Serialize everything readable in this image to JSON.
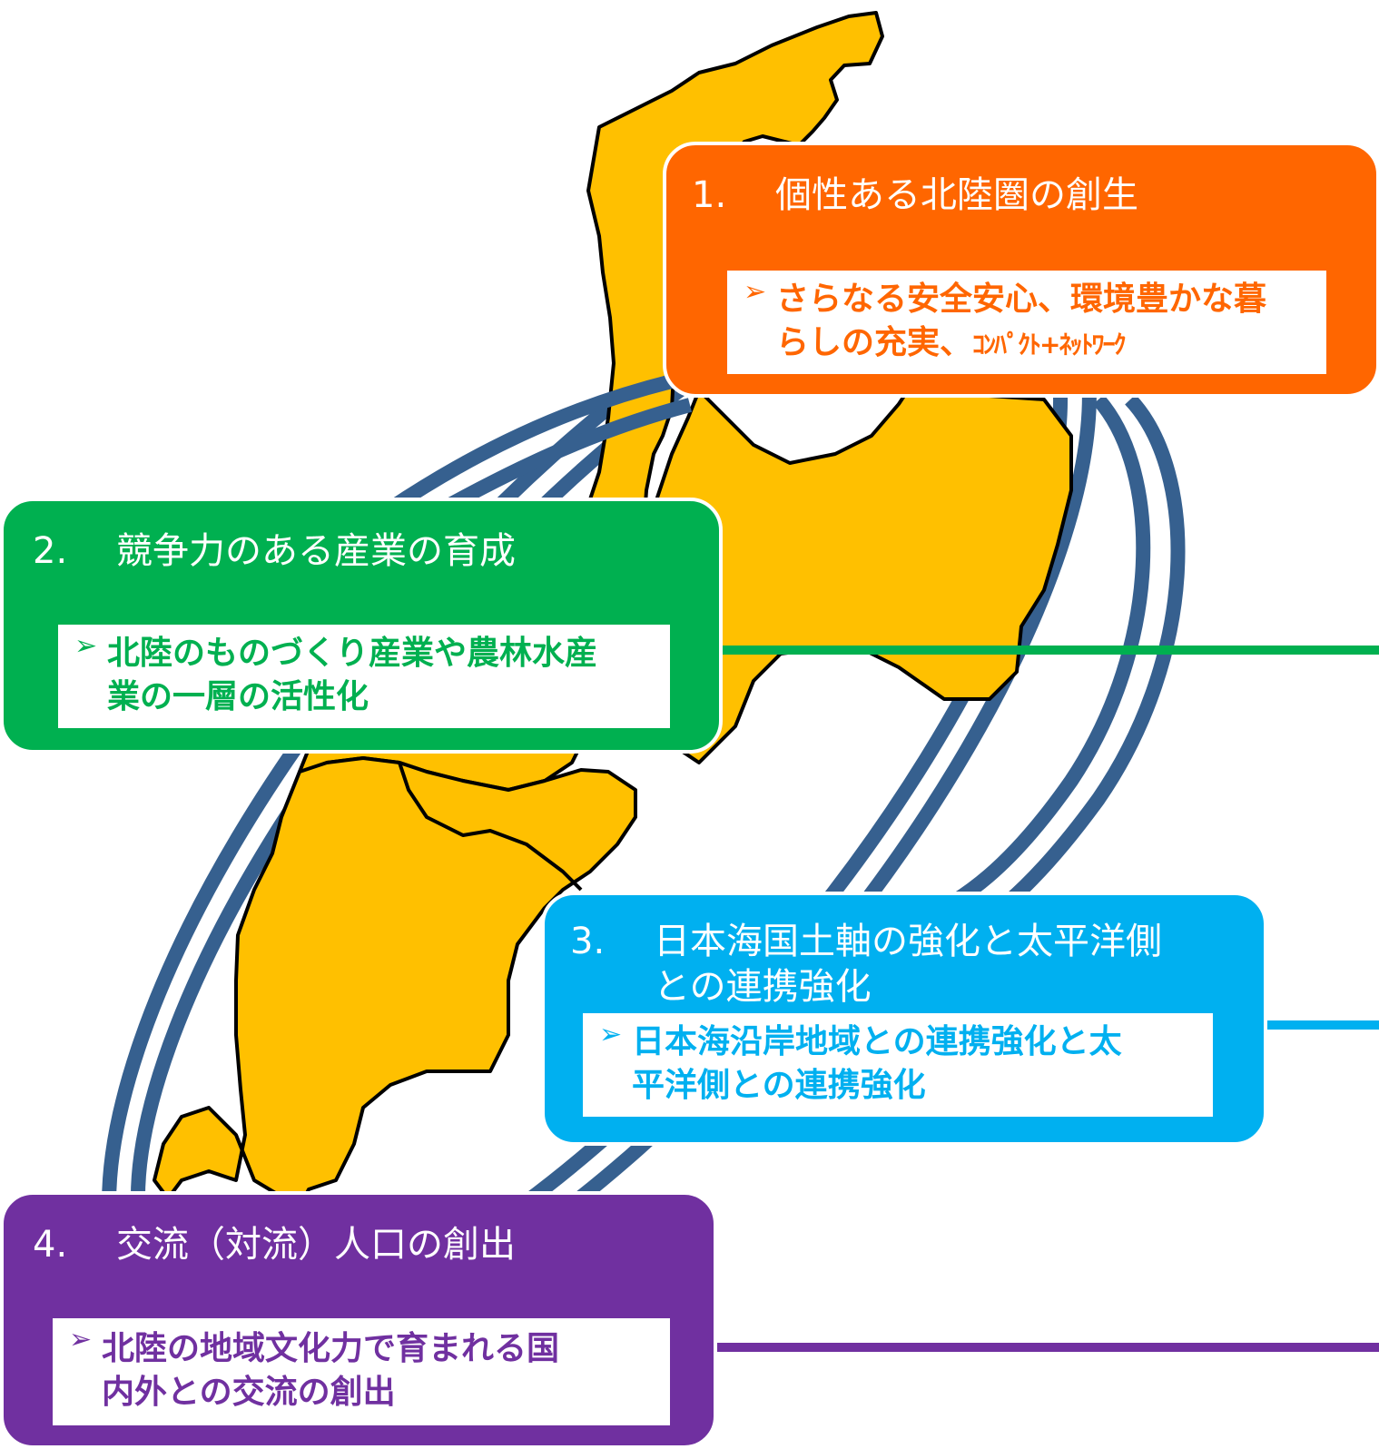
{
  "colors": {
    "map_fill": "#ffc000",
    "map_border": "#000000",
    "ring": "#36608f",
    "card1": "#ff6600",
    "card2": "#00b050",
    "card3": "#00b0f0",
    "card4": "#7030a0"
  },
  "arrow_glyph": "➢",
  "cards": [
    {
      "number": "1.",
      "title_lines": [
        "個性ある北陸圏の創生"
      ],
      "bullet_lines": [
        "さらなる安全安心、環境豊かな暮",
        "らしの充実、"
      ],
      "bullet_small_suffix": "ｺﾝﾊﾟｸﾄ+ﾈｯﾄﾜｰｸ"
    },
    {
      "number": "2.",
      "title_lines": [
        "競争力のある産業の育成"
      ],
      "bullet_lines": [
        "北陸のものづくり産業や農林水産",
        "業の一層の活性化"
      ]
    },
    {
      "number": "3.",
      "title_lines": [
        "日本海国土軸の強化と太平洋側",
        "との連携強化"
      ],
      "bullet_lines": [
        "日本海沿岸地域との連携強化と太",
        "平洋側との連携強化"
      ]
    },
    {
      "number": "4.",
      "title_lines": [
        "交流（対流）人口の創出"
      ],
      "bullet_lines": [
        "北陸の地域文化力で育まれる国",
        "内外との交流の創出"
      ]
    }
  ]
}
